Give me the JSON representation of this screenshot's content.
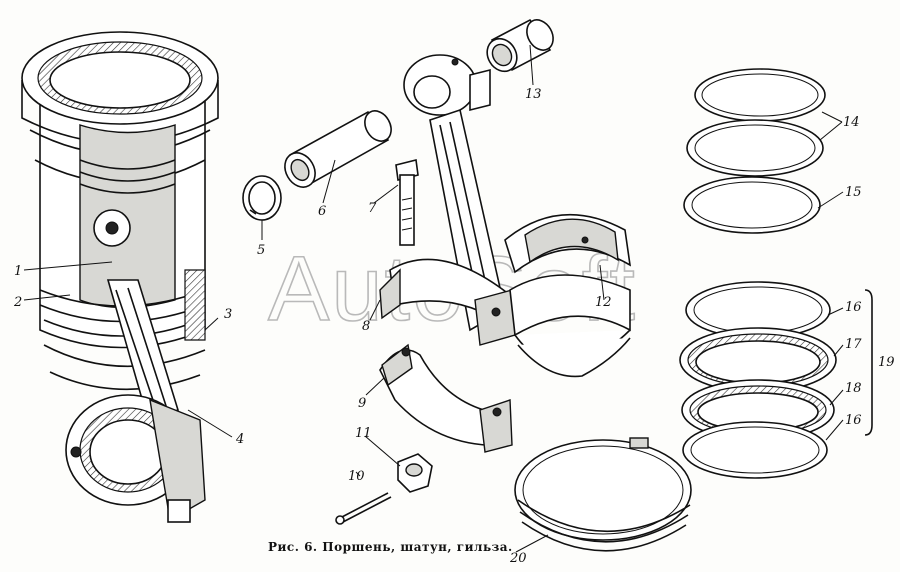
{
  "caption": "Рис. 6. Поршень, шатун, гильза.",
  "watermark": "AutoSoft",
  "callouts": [
    {
      "id": "1",
      "label": "1"
    },
    {
      "id": "2",
      "label": "2"
    },
    {
      "id": "3",
      "label": "3"
    },
    {
      "id": "4",
      "label": "4"
    },
    {
      "id": "5",
      "label": "5"
    },
    {
      "id": "6",
      "label": "6"
    },
    {
      "id": "7",
      "label": "7"
    },
    {
      "id": "8",
      "label": "8"
    },
    {
      "id": "9",
      "label": "9"
    },
    {
      "id": "10",
      "label": "10"
    },
    {
      "id": "11",
      "label": "11"
    },
    {
      "id": "12",
      "label": "12"
    },
    {
      "id": "13",
      "label": "13"
    },
    {
      "id": "14",
      "label": "14"
    },
    {
      "id": "15",
      "label": "15"
    },
    {
      "id": "16a",
      "label": "16"
    },
    {
      "id": "17",
      "label": "17"
    },
    {
      "id": "18",
      "label": "18"
    },
    {
      "id": "16b",
      "label": "16"
    },
    {
      "id": "19",
      "label": "19"
    },
    {
      "id": "20",
      "label": "20"
    }
  ]
}
